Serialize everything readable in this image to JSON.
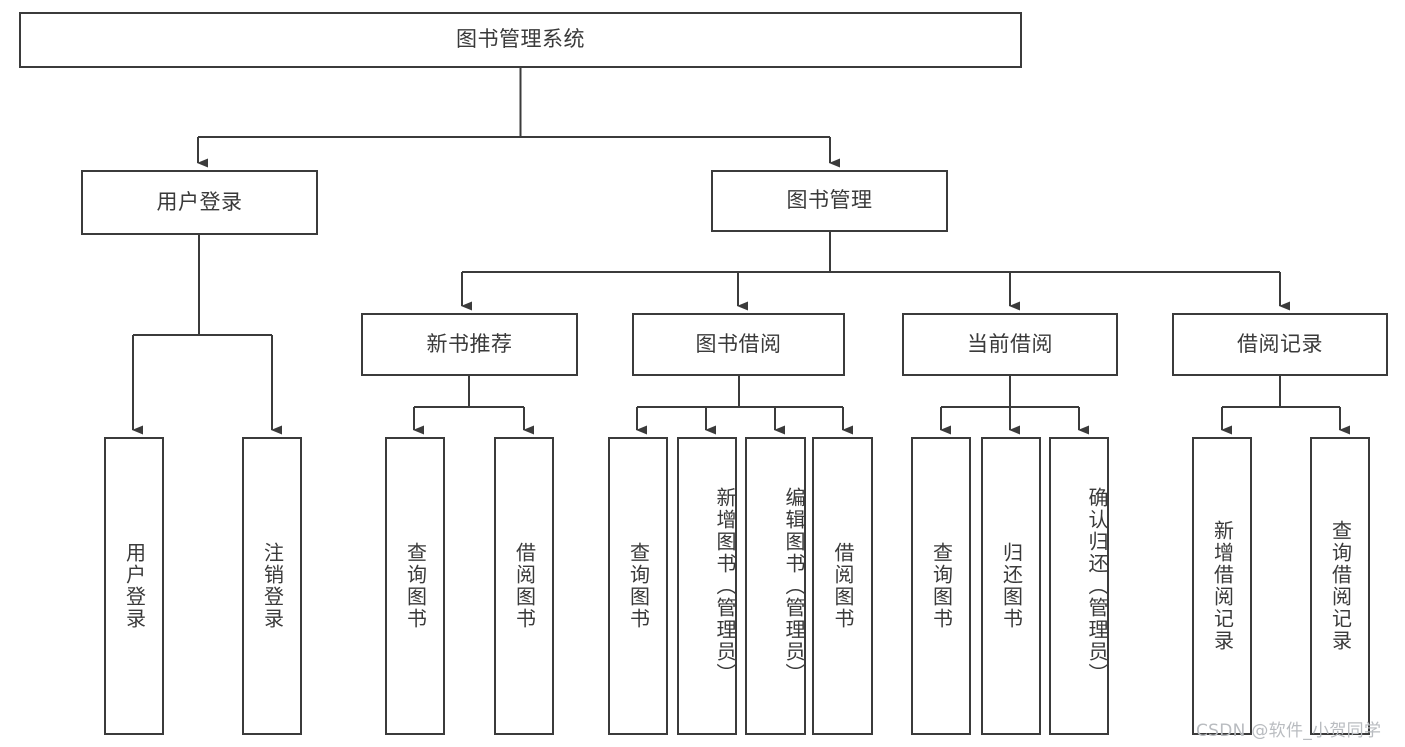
{
  "diagram": {
    "type": "tree-hierarchy",
    "title": "图书管理系统",
    "orientation": "top-down",
    "colors": {
      "box_border": "#3b3b3b",
      "box_fill": "#ffffff",
      "text": "#3a3a3a",
      "connector": "#3b3b3b",
      "watermark": "#b9bcc0",
      "background": "#ffffff"
    },
    "root": {
      "label": "图书管理系统"
    },
    "level1": [
      {
        "label": "用户登录"
      },
      {
        "label": "图书管理"
      }
    ],
    "level2": [
      {
        "label": "新书推荐"
      },
      {
        "label": "图书借阅"
      },
      {
        "label": "当前借阅"
      },
      {
        "label": "借阅记录"
      }
    ],
    "leaves": {
      "user_login": [
        {
          "label": "用户登录"
        },
        {
          "label": "注销登录"
        }
      ],
      "new_book_recommend": [
        {
          "label": "查询图书"
        },
        {
          "label": "借阅图书"
        }
      ],
      "book_borrow": [
        {
          "label": "查询图书"
        },
        {
          "label": "新增图书（管理员）"
        },
        {
          "label": "编辑图书（管理员）"
        },
        {
          "label": "借阅图书"
        }
      ],
      "current_borrow": [
        {
          "label": "查询图书"
        },
        {
          "label": "归还图书"
        },
        {
          "label": "确认归还（管理员）"
        }
      ],
      "borrow_record": [
        {
          "label": "新增借阅记录"
        },
        {
          "label": "查询借阅记录"
        }
      ]
    },
    "watermark": "CSDN @软件_小贺同学"
  }
}
